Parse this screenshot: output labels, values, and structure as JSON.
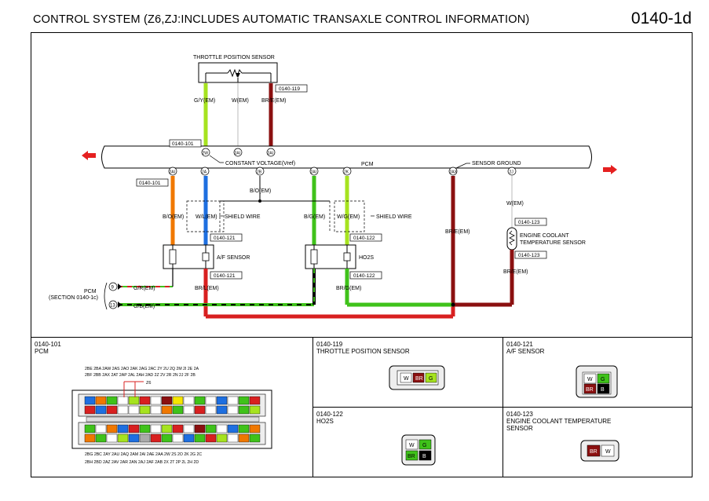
{
  "header": {
    "title": "CONTROL SYSTEM (Z6,ZJ:INCLUDES AUTOMATIC TRANSAXLE CONTROL INFORMATION)",
    "page_code": "0140-1d"
  },
  "schematic": {
    "tps_label": "THROTTLE POSITION SENSOR",
    "tps_wires": [
      "G/Y(EM)",
      "W(EM)",
      "BR/E(EM)"
    ],
    "conn_119": "0140-119",
    "conn_101_top": "0140-101",
    "conn_101_mid": "0140-101",
    "pcm_label": "PCM",
    "pcm_terminals_top": [
      "2W",
      "2AI",
      "2AI"
    ],
    "pcm_terminals_bottom": [
      "2AI",
      "2A",
      "2B",
      "2AI",
      "2K",
      "2AX",
      "2J"
    ],
    "constant_voltage": "CONSTANT VOLTAGE(Vref)",
    "sensor_ground": "SENSOR GROUND",
    "bo_label": "B/O(EM)",
    "bo_label2": "B/O(EM)",
    "wl_label": "W/L(EM)",
    "shield_wire_1": "SHIELD WIRE",
    "bg_label": "B/G(EM)",
    "wg_label": "W/G(EM)",
    "shield_wire_2": "SHIELD WIRE",
    "w_label": "W(EM)",
    "conn_123_a": "0140-123",
    "ect_label_1": "ENGINE COOLANT",
    "ect_label_2": "TEMPERATURE SENSOR",
    "conn_123_b": "0140-123",
    "bre_label_1": "BR/E(EM)",
    "bre_label_2": "BR/E(EM)",
    "conn_121_a": "0140-121",
    "af_sensor": "A/F SENSOR",
    "conn_121_b": "0140-121",
    "conn_122_a": "0140-122",
    "ho2s": "HO2S",
    "conn_122_b": "0140-122",
    "brl_label": "BR/L(EM)",
    "brg_label": "BR/G(EM)",
    "pcm_ref_1": "PCM",
    "pcm_ref_2": "(SECTION 0140-1c)",
    "pin_9": "9",
    "pin_13": "13",
    "gr_label": "G/R(EM)",
    "gb_label": "G/B(EM)"
  },
  "panels": {
    "p101": {
      "code": "0140-101",
      "name": "PCM",
      "z6": "Z6",
      "top_row1": "2BE 2BA 2AW 2AS 2AO 2AK 2AG 2AC 2Y 2U 2Q 2M 2I 2E 2A",
      "top_row2": "2BF 2BB 2AX 2AT 2AP 2AL 2AH 2AD 2Z 2V 2R 2N 2J 2F 2B",
      "bot_row1": "2BG 2BC 2AY 2AU 2AQ 2AM 2AI 2AE 2AA 2W 2S 2O 2K 2G 2C",
      "bot_row2": "2BH 2BD 2AZ 2AV 2AR 2AN 2AJ 2AF 2AB 2X 2T 2P 2L 2H 2D"
    },
    "p119": {
      "code": "0140-119",
      "name": "THROTTLE POSITION SENSOR",
      "pins": [
        "W",
        "BR",
        "G"
      ]
    },
    "p121": {
      "code": "0140-121",
      "name": "A/F SENSOR",
      "pins": [
        "W",
        "G",
        "BR",
        "B"
      ]
    },
    "p122": {
      "code": "0140-122",
      "name": "HO2S",
      "pins": [
        "W",
        "G",
        "BR",
        "B"
      ]
    },
    "p123": {
      "code": "0140-123",
      "name1": "ENGINE COOLANT TEMPERATURE",
      "name2": "SENSOR",
      "pins": [
        "BR",
        "W"
      ]
    }
  },
  "colors": {
    "orange": "#f07800",
    "blue": "#1e6fe0",
    "green": "#3fc21a",
    "light_green": "#a6e31f",
    "dark_red": "#8b1010",
    "red": "#d82020",
    "black": "#000000",
    "gray": "#dddddd"
  }
}
